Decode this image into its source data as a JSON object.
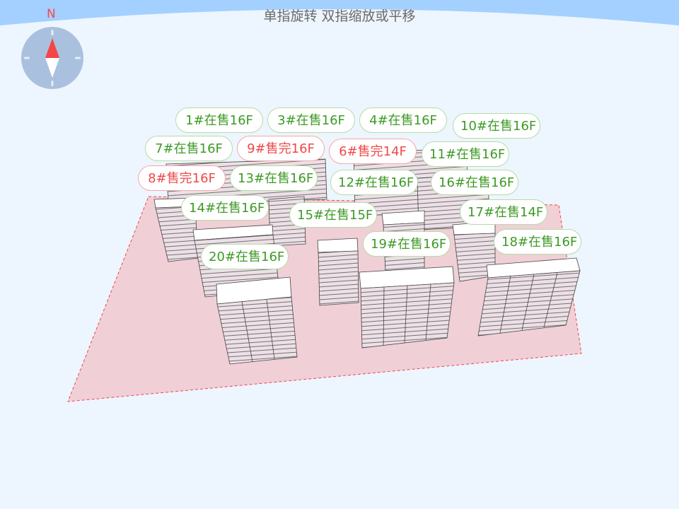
{
  "hint": "单指旋转 双指缩放或平移",
  "compass": {
    "north_label": "N"
  },
  "colors": {
    "on_sale": "#3d9a25",
    "sold_out": "#f04848",
    "ground": "#f0cfd6",
    "sky": "#a3d0ff"
  },
  "buildings": [
    {
      "label": "1#在售16F",
      "status": "on"
    },
    {
      "label": "3#在售16F",
      "status": "on"
    },
    {
      "label": "4#在售16F",
      "status": "on"
    },
    {
      "label": "10#在售16F",
      "status": "on"
    },
    {
      "label": "7#在售16F",
      "status": "on"
    },
    {
      "label": "9#售完16F",
      "status": "off"
    },
    {
      "label": "6#售完14F",
      "status": "off"
    },
    {
      "label": "11#在售16F",
      "status": "on"
    },
    {
      "label": "8#售完16F",
      "status": "off"
    },
    {
      "label": "13#在售16F",
      "status": "on"
    },
    {
      "label": "12#在售16F",
      "status": "on"
    },
    {
      "label": "16#在售16F",
      "status": "on"
    },
    {
      "label": "17#在售14F",
      "status": "on"
    },
    {
      "label": "14#在售16F",
      "status": "on"
    },
    {
      "label": "15#在售15F",
      "status": "on"
    },
    {
      "label": "19#在售16F",
      "status": "on"
    },
    {
      "label": "18#在售16F",
      "status": "on"
    },
    {
      "label": "20#在售16F",
      "status": "on"
    }
  ]
}
